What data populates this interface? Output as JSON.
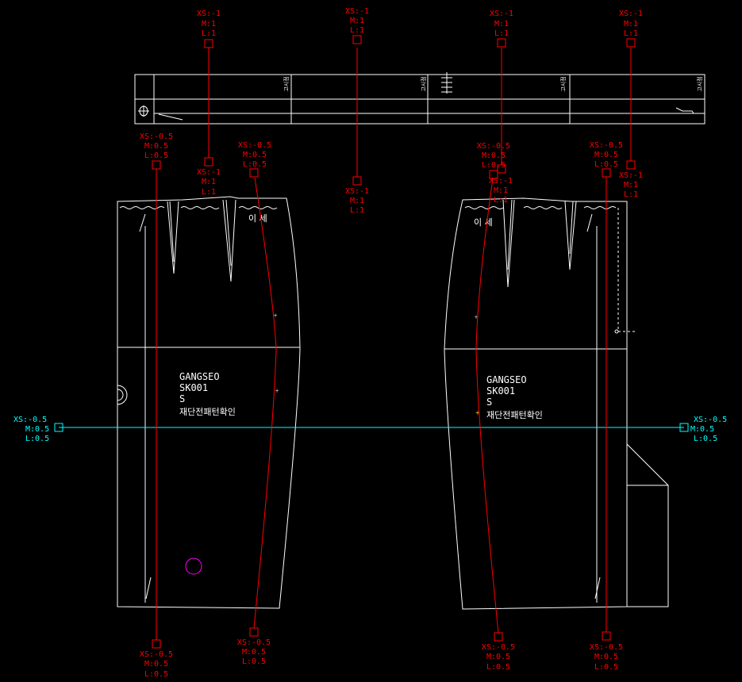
{
  "grade_labels": {
    "one": {
      "xs": "XS:-1",
      "m": "M:1",
      "l": "L:1"
    },
    "half": {
      "xs": "XS:-0.5",
      "m": "M:0.5",
      "l": "L:0.5"
    }
  },
  "table": {
    "headers": [
      "고시점",
      "고시점",
      "고시점",
      "고시점"
    ]
  },
  "pieces": {
    "left": {
      "line1": "GANGSEO",
      "line2": "SK001",
      "line3": "S",
      "line4": "재단전패턴확인",
      "mark": "이 세"
    },
    "right": {
      "line1": "GANGSEO",
      "line2": "SK001",
      "line3": "S",
      "line4": "재단전패턴확인",
      "mark": "이 세"
    }
  },
  "colors": {
    "outline": "#ffffff",
    "grade": "#ff0000",
    "axis": "#00ffff",
    "marker": "#ff00ff",
    "cross": "#ffff00"
  }
}
